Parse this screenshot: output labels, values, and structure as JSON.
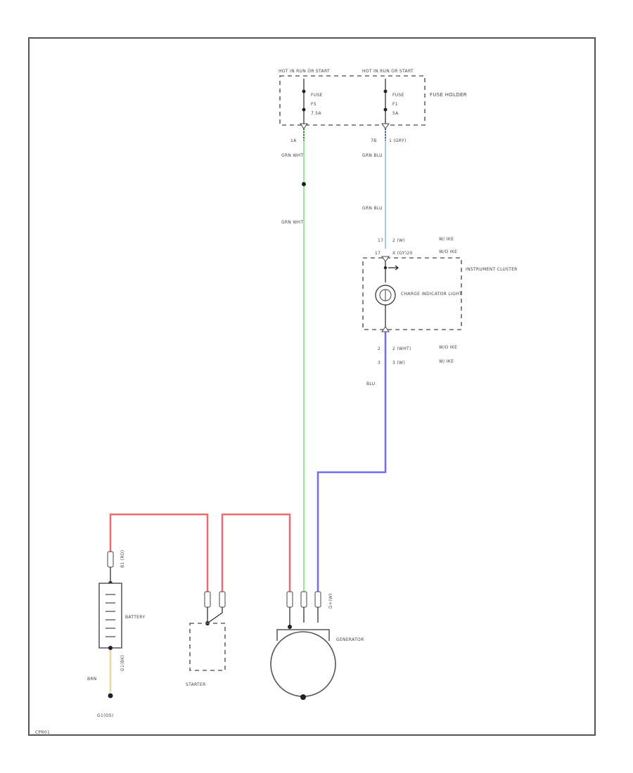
{
  "fuse_holder": {
    "label": "FUSE HOLDER",
    "fuse_a": {
      "header": "HOT IN RUN OR START",
      "label": "FUSE",
      "id": "F5",
      "rating": "7.5A",
      "pin": "1A"
    },
    "fuse_b": {
      "header": "HOT IN RUN OR START",
      "label": "FUSE",
      "id": "F1",
      "rating": "5A",
      "pin": "7B",
      "connector": "1 (GRY)"
    }
  },
  "wires": {
    "grn_wht_upper": "GRN WHT",
    "grn_wht_lower": "GRN WHT",
    "grn_blu_upper": "GRN BLU",
    "grn_blu_lower": "GRN BLU",
    "blu": "BLU",
    "ground_wire": "BRN"
  },
  "cluster": {
    "label": "INSTRUMENT CLUSTER",
    "lamp": "CHARGE INDICATOR LIGHT",
    "top_row1": {
      "pin": "17",
      "conn": "2 (W)",
      "note": "W/ IKE"
    },
    "top_row2": {
      "pin": "17",
      "conn": "X (GY)20",
      "note": "W/O IKE"
    },
    "bot_row1": {
      "pin": "2",
      "conn": "2 (WHT)",
      "note": "W/O IKE"
    },
    "bot_row2": {
      "pin": "3",
      "conn": "3 (W)",
      "note": "W/ IKE"
    }
  },
  "components": {
    "battery": "BATTERY",
    "battery_pos": "B1 (RD)",
    "battery_neg": "G1(BK)",
    "starter": "STARTER",
    "generator": "GENERATOR",
    "generator_pin": "D+(W)",
    "ground": "G1(OS)"
  },
  "footer": {
    "code": "CPR01"
  },
  "colors": {
    "red": "#f06a6a",
    "green": "#8ef08e",
    "light_blue": "#a8c8ee",
    "blue": "#6e6ef5",
    "yellow": "#e8d6a0"
  }
}
